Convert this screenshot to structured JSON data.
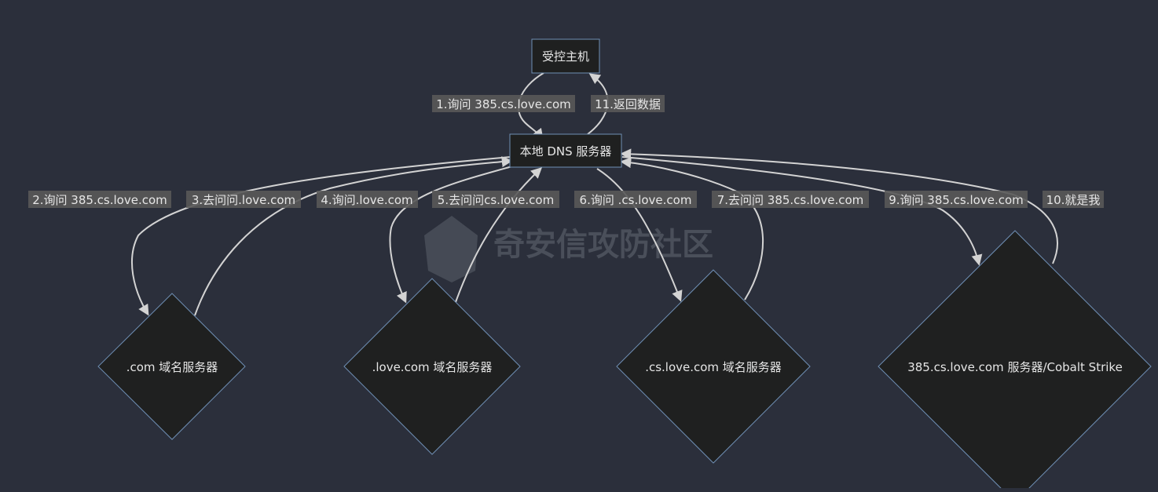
{
  "nodes": {
    "host": "受控主机",
    "local_dns": "本地 DNS 服务器",
    "com_server": ".com 域名服务器",
    "love_server": ".love.com 域名服务器",
    "cs_server": ".cs.love.com 域名服务器",
    "final_server": "385.cs.love.com 服务器/Cobalt Strike"
  },
  "edges": {
    "e1": "1.询问 385.cs.love.com",
    "e11": "11.返回数据",
    "e2": "2.询问 385.cs.love.com",
    "e3": "3.去问问.love.com",
    "e4": "4.询问.love.com",
    "e5": "5.去问问cs.love.com",
    "e6": "6.询问 .cs.love.com",
    "e7": "7.去问问 385.cs.love.com",
    "e9": "9.询问 385.cs.love.com",
    "e10": "10.就是我"
  },
  "watermark": "奇安信攻防社区",
  "colors": {
    "background": "#2b2f3b",
    "node_fill": "#1f2020",
    "node_stroke": "#6f8fb5",
    "edge": "#d3d3d3",
    "label_bg": "#595959",
    "text": "#e6e6e6"
  }
}
